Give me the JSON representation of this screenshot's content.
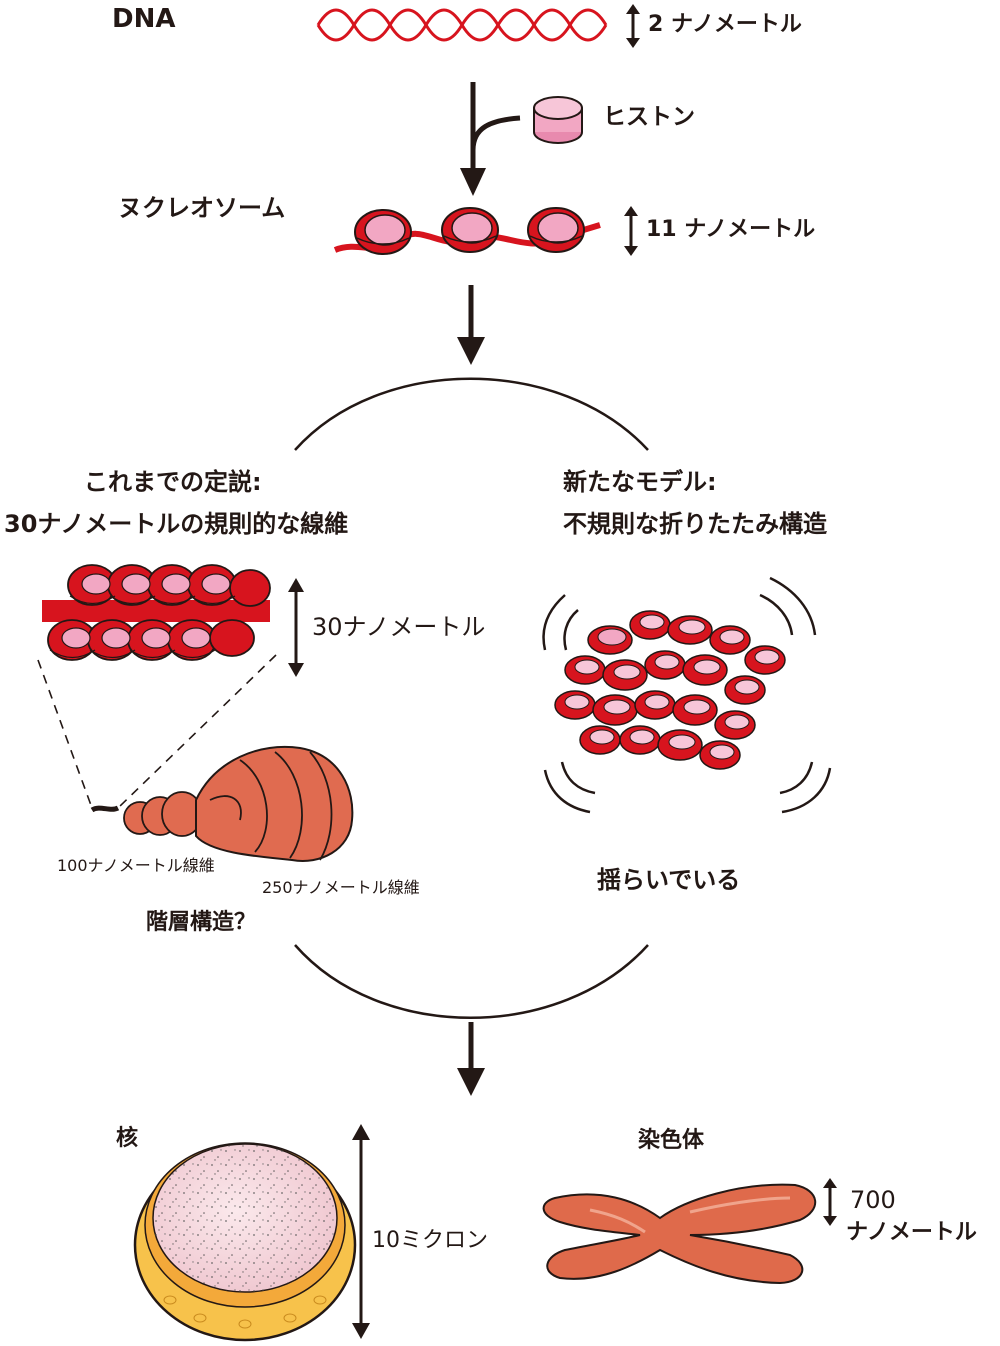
{
  "colors": {
    "dna_red": "#d7141e",
    "histone_pink": "#f2a7c3",
    "ink": "#231815",
    "fiber_orange": "#e06b50",
    "nucleus_yellow": "#f7c24b",
    "nucleus_pink": "#f6dde2",
    "chromosome": "#df6a4b"
  },
  "labels": {
    "dna": "DNA",
    "dna_width": "2 ナノメートル",
    "histone": "ヒストン",
    "nucleosome": "ヌクレオソーム",
    "nucleosome_width": "11 ナノメートル",
    "old_theory_line1": "これまでの定説:",
    "old_theory_line2": "30ナノメートルの規則的な線維",
    "new_model_line1": "新たなモデル:",
    "new_model_line2": "不規則な折りたたみ構造",
    "fiber_width": "30ナノメートル",
    "fiber_100": "100ナノメートル線維",
    "fiber_250": "250ナノメートル線維",
    "hierarchy": "階層構造？",
    "fluctuating": "揺らいでいる",
    "nucleus": "核",
    "nucleus_size": "10ミクロン",
    "chromosome": "染色体",
    "chromosome_size_num": "700",
    "chromosome_size_unit": "ナノメートル"
  },
  "icons": [
    "double-arrow-icon",
    "down-arrow-icon",
    "histone-disc-icon"
  ]
}
